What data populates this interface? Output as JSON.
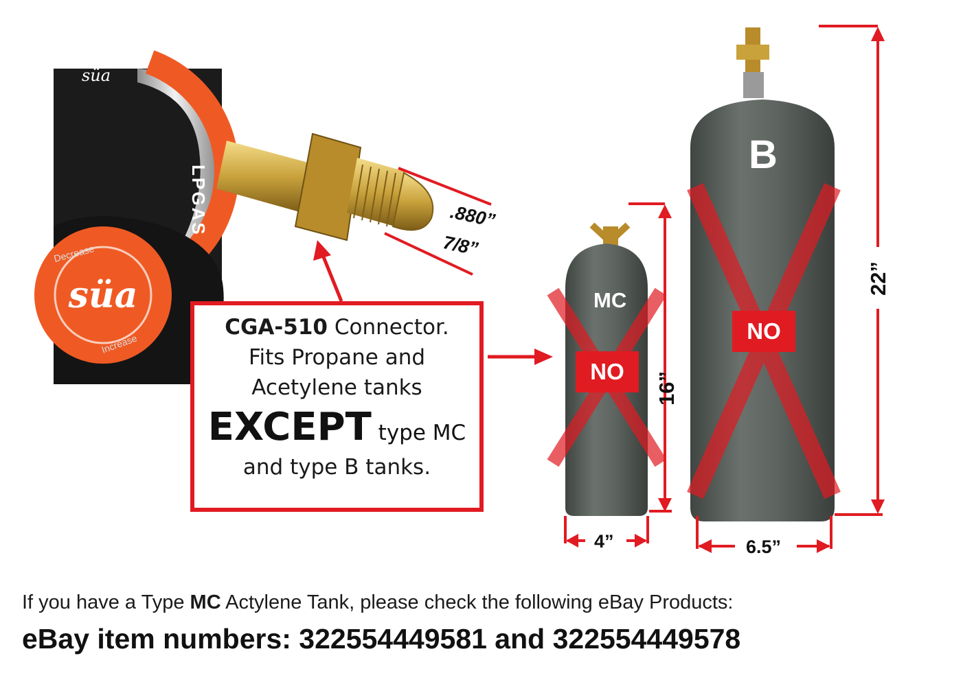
{
  "regulator": {
    "brand": "süa",
    "gauge_label": "LPGAS",
    "decrease_label": "Decrease",
    "increase_label": "Increase"
  },
  "connector_dims": {
    "size_decimal": ".880”",
    "size_fraction": "7/8”"
  },
  "callout": {
    "line1_bold": "CGA-510",
    "line1_rest": " Connector.",
    "line2": "Fits Propane and",
    "line3": "Acetylene tanks",
    "except": "EXCEPT",
    "except_rest": " type MC",
    "line5": "and type B tanks."
  },
  "tank_mc": {
    "label": "MC",
    "status": "NO",
    "height": "16”",
    "width": "4”"
  },
  "tank_b": {
    "label": "B",
    "status": "NO",
    "height": "22”",
    "width": "6.5”"
  },
  "footer": {
    "line1_pre": "If you have a Type ",
    "line1_bold": "MC",
    "line1_post": " Actylene Tank, please check the following eBay Products:",
    "line2": "eBay item numbers: 322554449581 and 322554449578"
  },
  "colors": {
    "accent_red": "#e11b22",
    "tank_gray": "#5e6460",
    "brass": "#c9a23c",
    "regulator_orange": "#ef5a24"
  }
}
